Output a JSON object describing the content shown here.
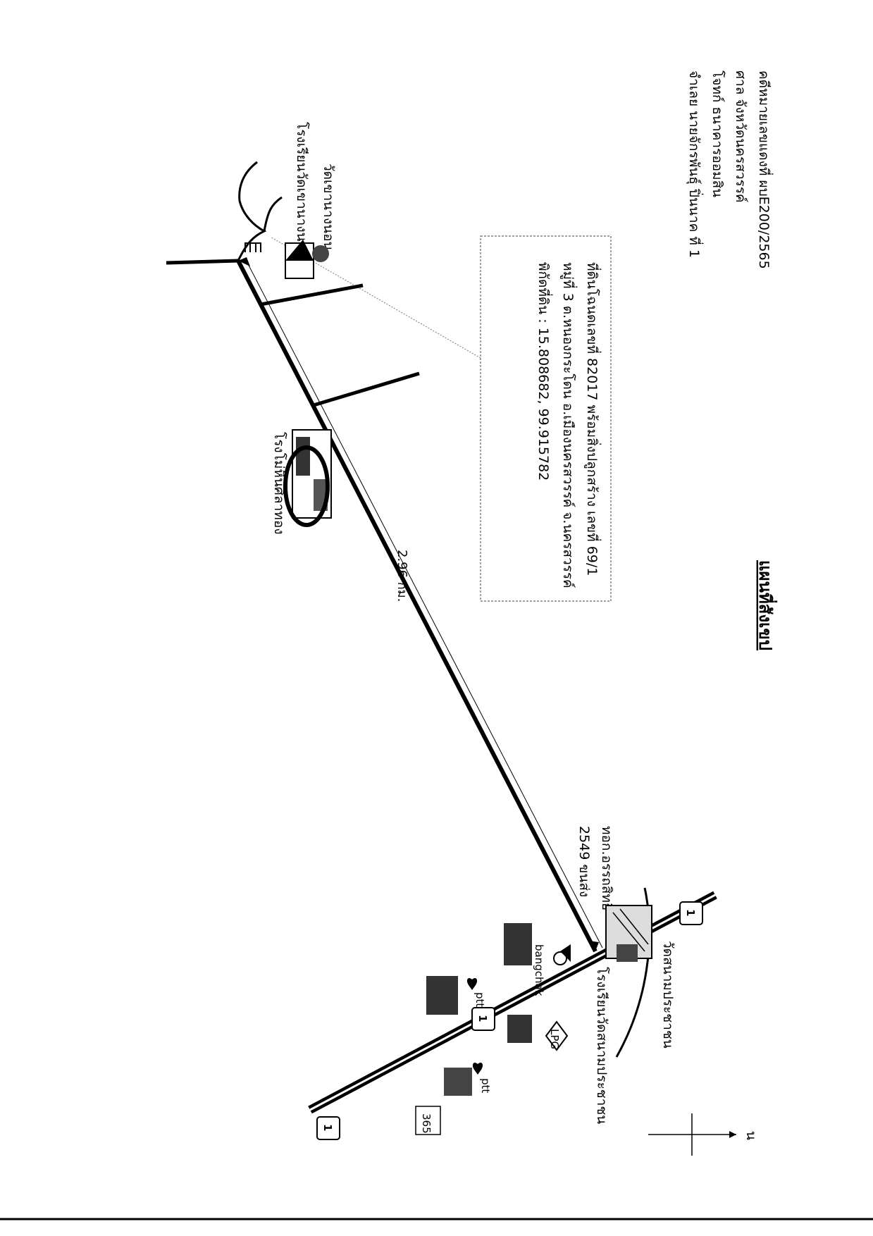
{
  "map_title": "แผนที่สังเขป",
  "header": {
    "case_line": "คดีหมายเลขแดงที่   ผบE200/2565",
    "court_line": "ศาล   จังหวัดนครสวรรค์",
    "plaintiff_line": "โจทก์   ธนาคารออมสิน",
    "defendant_line": "จำเลย   นายจักรพันธุ์  ปิ่นนาค  ที่ 1"
  },
  "land_box": {
    "line1": "ที่ดินโฉนดเลขที่  82017 พร้อมสิ่งปลูกสร้าง เลขที่ 69/1",
    "line2": "หมู่ที่ 3 ต.หนองกระโดน  อ.เมืองนครสวรรค์  จ.นครสวรรค์",
    "line3": "พิกัดที่ดิน : 15.808682, 99.915782"
  },
  "places": {
    "wat_khao_nang_non": "วัดเขานางนอน",
    "school_khao_nang_non": "โรงเรียนวัดเขานางนอน",
    "sila_thong_factory": "โรงโม่หินศิลาทอง",
    "wat_sanam_prachachon": "วัดสนามประชาชน",
    "school_sanam_prachachon": "โรงเรียนวัดสนามประชาชน",
    "junction_line1": "ทอก.อรรถสิทธิ์",
    "junction_line2": "2549 ขนส่ง"
  },
  "distance_label": "2.96 กม.",
  "north_label": "น",
  "route_number": "1",
  "logos": {
    "bangchak": "bangchak",
    "ptt_a": "ptt",
    "ptt_b": "ptt",
    "lpg": "LPG",
    "seven_eleven": "365"
  },
  "colors": {
    "ink": "#000000",
    "paper": "#ffffff",
    "box_border": "#555555"
  }
}
